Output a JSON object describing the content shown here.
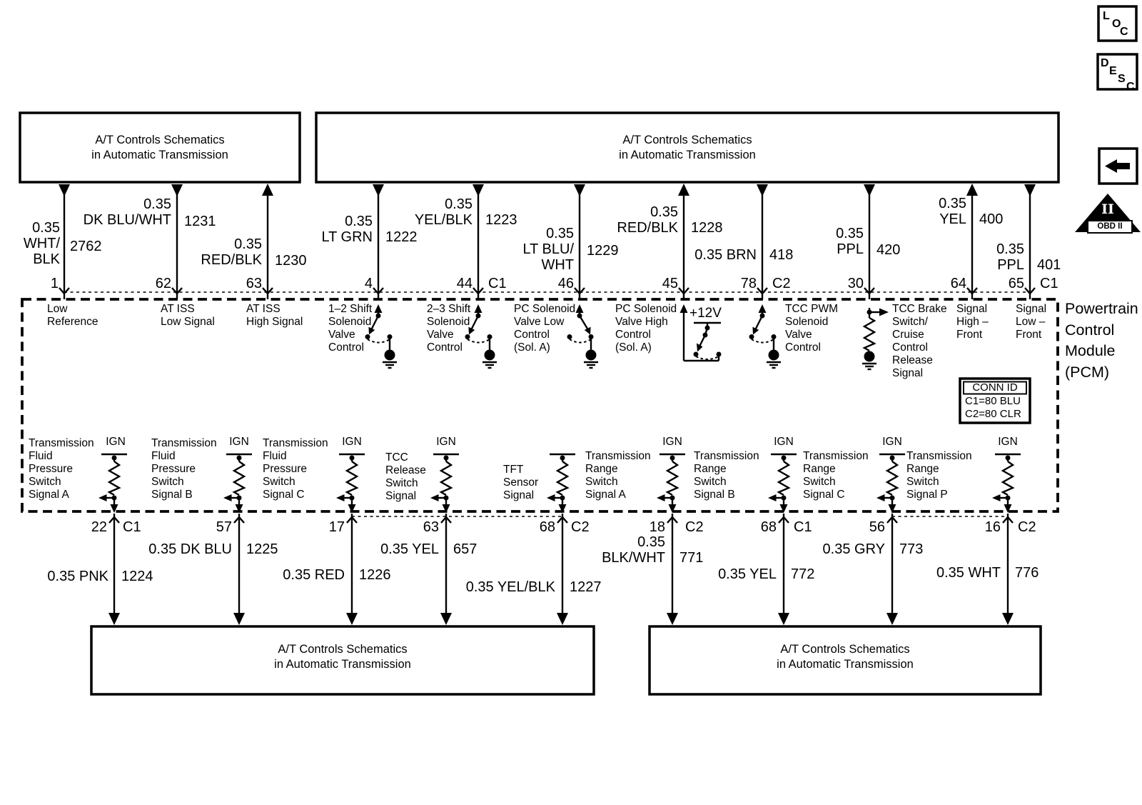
{
  "toolbar": {
    "loc_letters": [
      "L",
      "O",
      "C"
    ],
    "desc_letters": [
      "D",
      "E",
      "S",
      "C"
    ],
    "obd": {
      "numeral": "II",
      "label": "OBD II"
    }
  },
  "offpage_ref": {
    "title": "A/T Controls Schematics\nin Automatic Transmission"
  },
  "module": {
    "name": "Powertrain\nControl\nModule\n(PCM)"
  },
  "conn_id": {
    "title": "CONN ID",
    "c1": "C1=80 BLU",
    "c2": "C2=80 CLR"
  },
  "labels": {
    "plus12v": "+12V",
    "ign": "IGN"
  },
  "top_pins": [
    {
      "pin": "1",
      "conn": "",
      "wire": "0.35\nWHT/\nBLK",
      "circuit": "2762",
      "signal": "Low\nReference"
    },
    {
      "pin": "62",
      "conn": "",
      "wire": "0.35\nDK BLU/WHT",
      "circuit": "1231",
      "signal": "AT ISS\nLow Signal"
    },
    {
      "pin": "63",
      "conn": "",
      "wire": "0.35\nRED/BLK",
      "circuit": "1230",
      "signal": "AT ISS\nHigh Signal"
    },
    {
      "pin": "4",
      "conn": "",
      "wire": "0.35\nLT GRN",
      "circuit": "1222",
      "signal": "1–2 Shift\nSolenoid\nValve\nControl"
    },
    {
      "pin": "44",
      "conn": "C1",
      "wire": "0.35\nYEL/BLK",
      "circuit": "1223",
      "signal": "2–3 Shift\nSolenoid\nValve\nControl"
    },
    {
      "pin": "46",
      "conn": "",
      "wire": "0.35\nLT BLU/\nWHT",
      "circuit": "1229",
      "signal": "PC Solenoid\nValve Low\nControl\n(Sol. A)"
    },
    {
      "pin": "45",
      "conn": "",
      "wire": "0.35\nRED/BLK",
      "circuit": "1228",
      "signal": "PC Solenoid\nValve High\nControl\n(Sol. A)"
    },
    {
      "pin": "78",
      "conn": "C2",
      "wire": "0.35 BRN",
      "circuit": "418",
      "signal": "TCC PWM\nSolenoid\nValve\nControl"
    },
    {
      "pin": "30",
      "conn": "",
      "wire": "0.35\nPPL",
      "circuit": "420",
      "signal": "TCC Brake\nSwitch/\nCruise\nControl\nRelease\nSignal"
    },
    {
      "pin": "64",
      "conn": "",
      "wire": "0.35\nYEL",
      "circuit": "400",
      "signal": "Signal\nHigh –\nFront"
    },
    {
      "pin": "65",
      "conn": "C1",
      "wire": "0.35\nPPL",
      "circuit": "401",
      "signal": "Signal\nLow –\nFront"
    }
  ],
  "bottom_pins": [
    {
      "pin": "22",
      "conn": "C1",
      "wire": "0.35 PNK",
      "circuit": "1224",
      "signal": "Transmission\nFluid\nPressure\nSwitch\nSignal A"
    },
    {
      "pin": "57",
      "conn": "",
      "wire": "0.35 DK BLU",
      "circuit": "1225",
      "signal": "Transmission\nFluid\nPressure\nSwitch\nSignal B"
    },
    {
      "pin": "17",
      "conn": "",
      "wire": "0.35 RED",
      "circuit": "1226",
      "signal": "Transmission\nFluid\nPressure\nSwitch\nSignal C"
    },
    {
      "pin": "63",
      "conn": "",
      "wire": "0.35 YEL",
      "circuit": "657",
      "signal": "TCC\nRelease\nSwitch\nSignal"
    },
    {
      "pin": "68",
      "conn": "C2",
      "wire": "0.35 YEL/BLK",
      "circuit": "1227",
      "signal": "TFT\nSensor\nSignal"
    },
    {
      "pin": "18",
      "conn": "C2",
      "wire": "0.35\nBLK/WHT",
      "circuit": "771",
      "signal": "Transmission\nRange\nSwitch\nSignal A"
    },
    {
      "pin": "68",
      "conn": "C1",
      "wire": "0.35 YEL",
      "circuit": "772",
      "signal": "Transmission\nRange\nSwitch\nSignal B"
    },
    {
      "pin": "56",
      "conn": "",
      "wire": "0.35 GRY",
      "circuit": "773",
      "signal": "Transmission\nRange\nSwitch\nSignal C"
    },
    {
      "pin": "16",
      "conn": "C2",
      "wire": "0.35 WHT",
      "circuit": "776",
      "signal": "Transmission\nRange\nSwitch\nSignal P"
    }
  ]
}
